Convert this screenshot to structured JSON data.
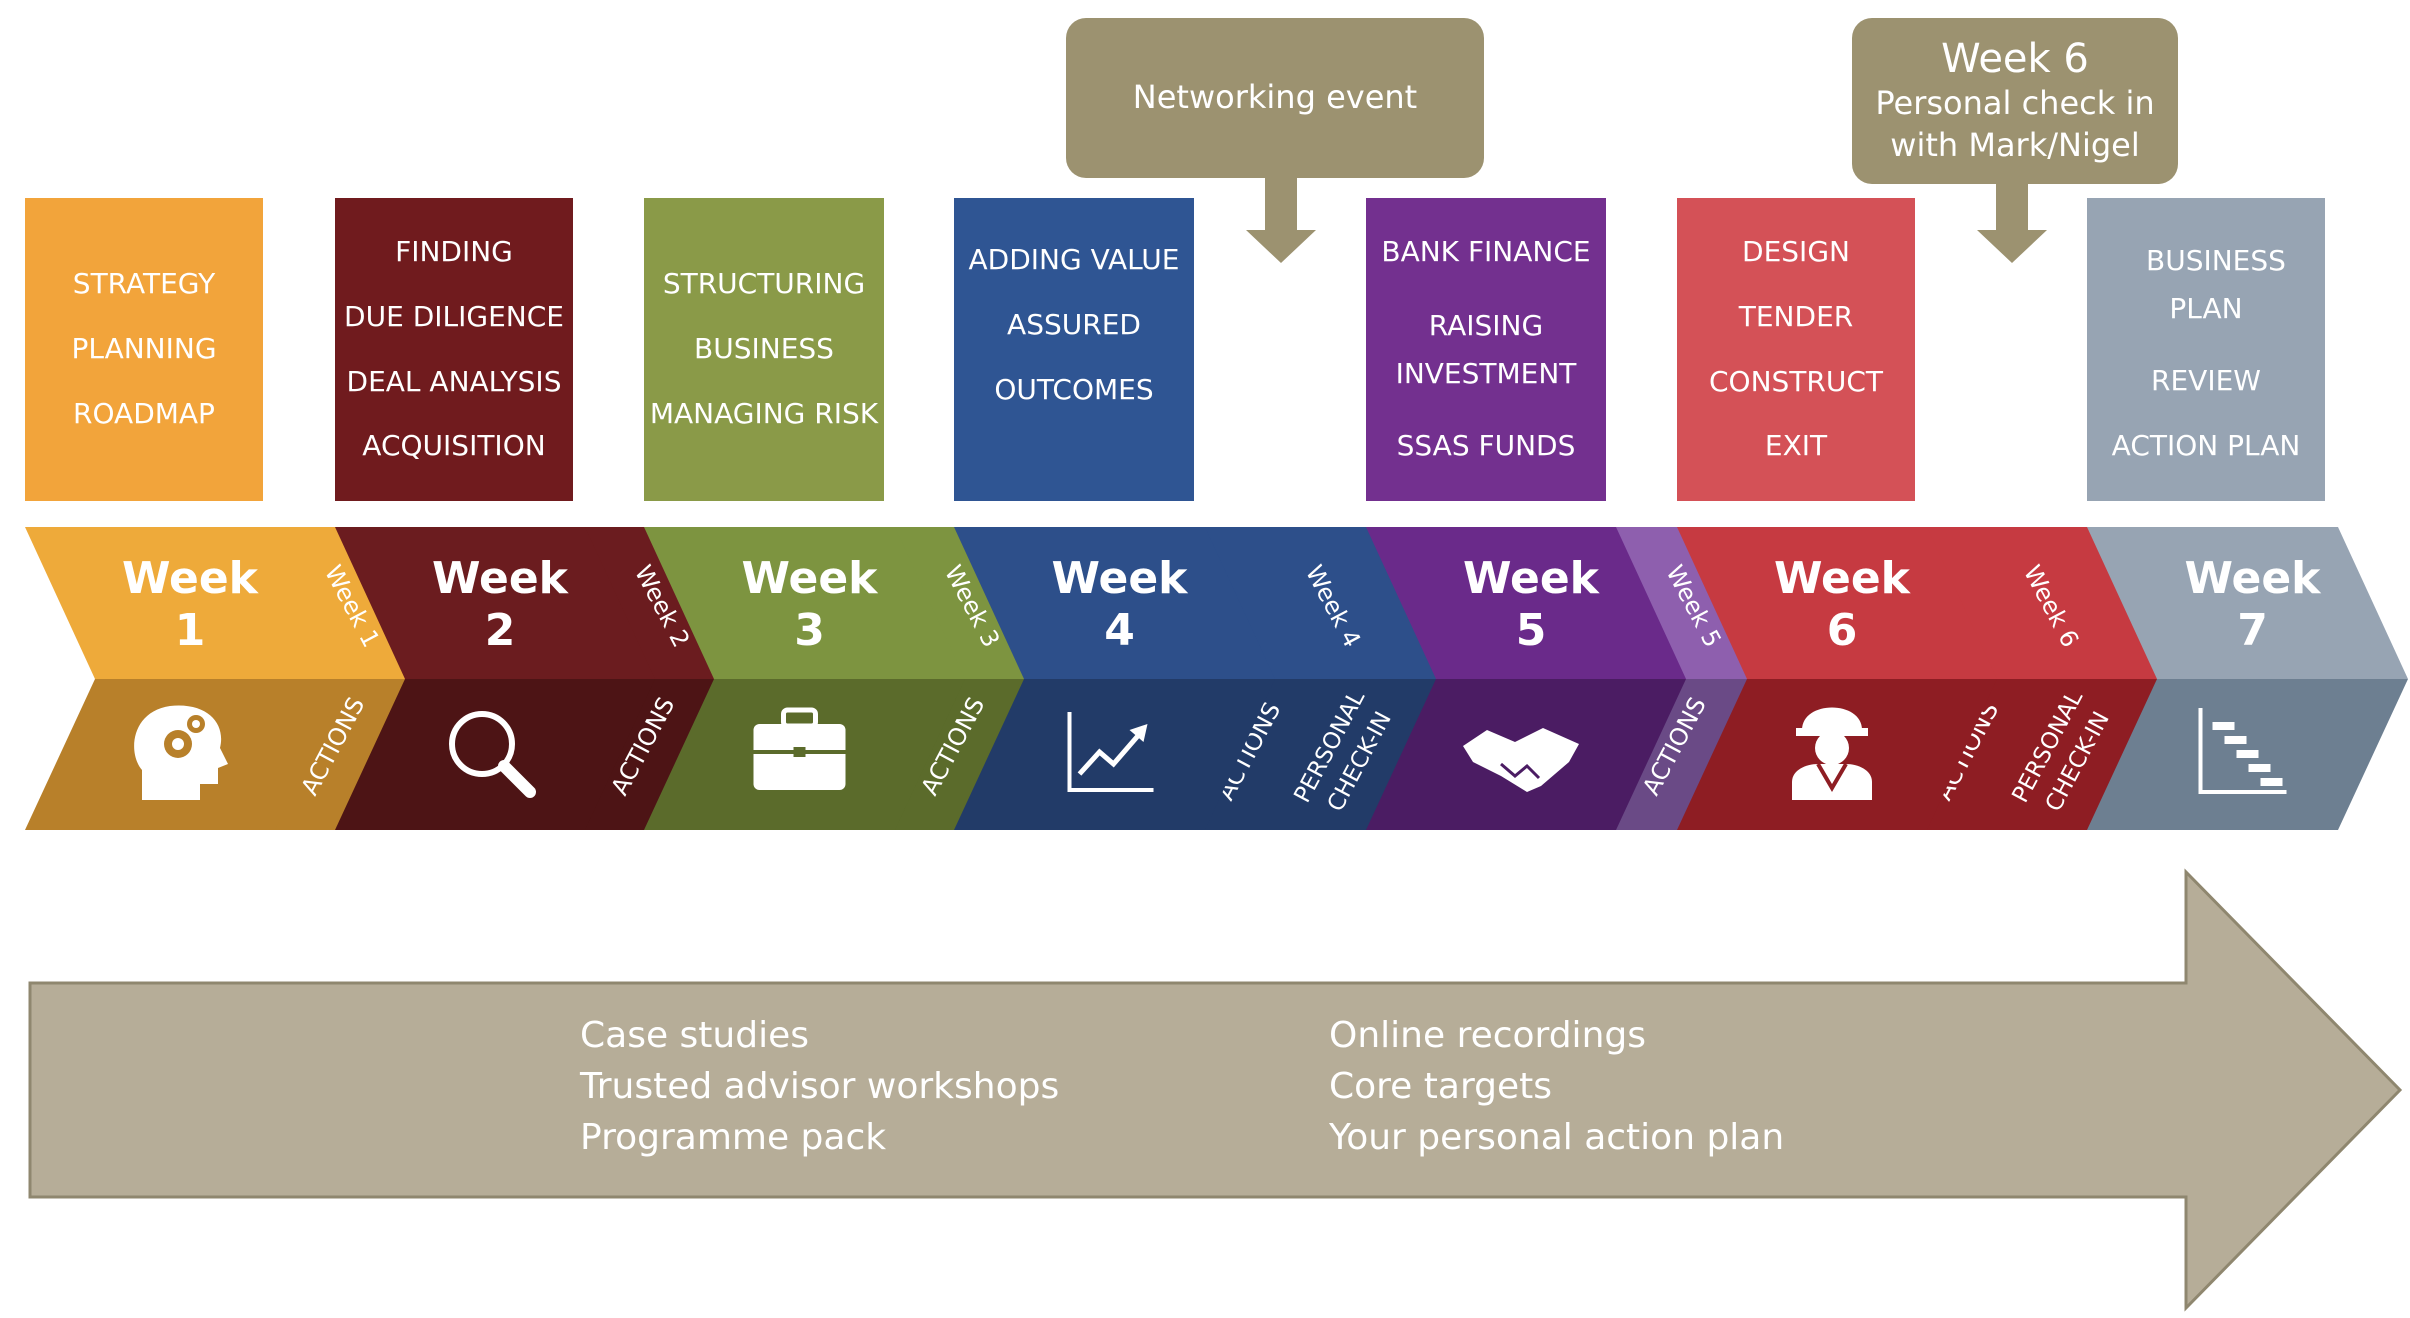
{
  "weeks": [
    {
      "label": "Week",
      "num": "1",
      "tab": "Week 1",
      "icon": "head-gears-icon",
      "dark": "#b8802a",
      "light": "#eeaa3a",
      "card": "#f2a43b",
      "items": [
        "STRATEGY",
        "PLANNING",
        "ROADMAP"
      ]
    },
    {
      "label": "Week",
      "num": "2",
      "tab": "Week 2",
      "icon": "magnifier-icon",
      "dark": "#4d1415",
      "light": "#6b1c1f",
      "card": "#701b1e",
      "items": [
        "FINDING",
        "DUE DILIGENCE",
        "DEAL ANALYSIS",
        "ACQUISITION"
      ]
    },
    {
      "label": "Week",
      "num": "3",
      "tab": "Week 3",
      "icon": "briefcase-icon",
      "dark": "#5b6b2b",
      "light": "#7d9440",
      "card": "#8a9a48",
      "items": [
        "STRUCTURING",
        "BUSINESS",
        "MANAGING RISK"
      ]
    },
    {
      "label": "Week",
      "num": "4",
      "tab": "Week 4",
      "icon": "growth-chart-icon",
      "dark": "#223b68",
      "light": "#2d4f8a",
      "card": "#2f5593",
      "items": [
        "ADDING VALUE",
        "ASSURED",
        "OUTCOMES"
      ]
    },
    {
      "label": "Week",
      "num": "5",
      "tab": "Week 5",
      "icon": "handshake-icon",
      "dark": "#4b1c63",
      "light": "#6a2a8a",
      "card": "#73308f",
      "items": [
        "BANK FINANCE",
        "RAISING INVESTMENT",
        "SSAS FUNDS"
      ]
    },
    {
      "label": "Week",
      "num": "6",
      "tab": "Week 6",
      "icon": "construction-worker-icon",
      "dark": "#8e1d23",
      "light": "#c63a41",
      "card": "#d45157",
      "items": [
        "DESIGN",
        "TENDER",
        "CONSTRUCT",
        "EXIT"
      ]
    },
    {
      "label": "Week",
      "num": "7",
      "tab": "",
      "icon": "gantt-chart-icon",
      "dark": "#6d7f91",
      "light": "#97a4b3",
      "card": "#97a4b3",
      "items": [
        "BUSINESS PLAN",
        "REVIEW",
        "ACTION PLAN"
      ]
    }
  ],
  "actions_label": "ACTIONS",
  "checkin_label": [
    "PERSONAL",
    "CHECK-IN"
  ],
  "callouts": {
    "networking": "Networking event",
    "week6_title": "Week 6",
    "week6_lines": [
      "Personal check in",
      "with Mark/Nigel"
    ]
  },
  "band": {
    "col1": [
      "Case studies",
      "Trusted advisor workshops",
      "Programme pack"
    ],
    "col2": [
      "Online recordings",
      "Core targets",
      "Your personal action plan"
    ]
  },
  "colors": {
    "callout": "#9c9270",
    "band": "#b6ad98",
    "band_border": "#8f876f",
    "purple_tab": "#8e5fae",
    "purple_actions": "#6a4a86"
  }
}
